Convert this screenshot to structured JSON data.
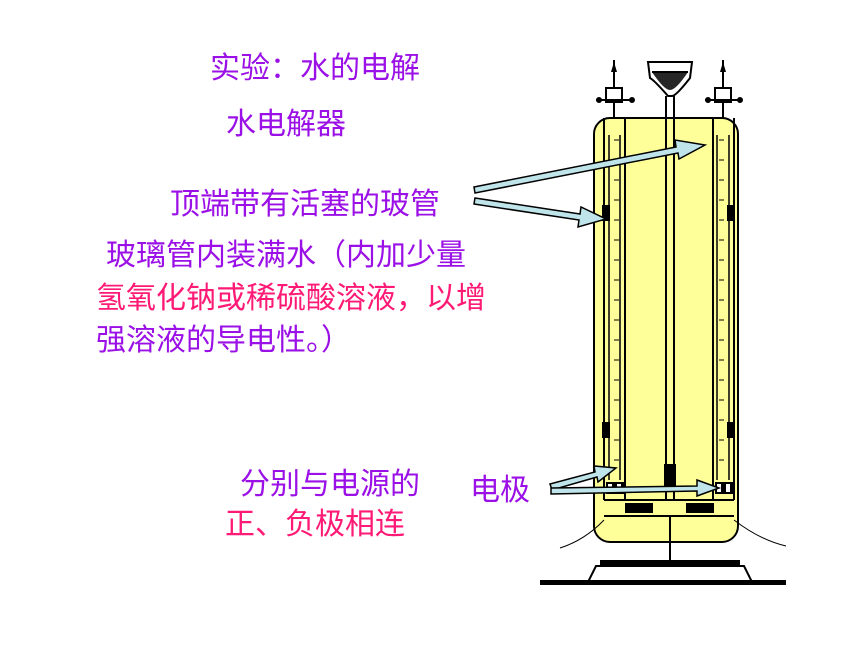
{
  "title": "实验：水的电解",
  "device_label": "水电解器",
  "stopper_tube_label": "顶端带有活塞的玻管",
  "fill_note": {
    "line1": "玻璃管内装满水（内加少量",
    "line2": "氢氧化钠或稀硫酸溶液，以增",
    "line3": "强溶液的导电性。）"
  },
  "connection_note": {
    "line1": "分别与电源的",
    "line2": "正、负极相连"
  },
  "electrode_label": "电极",
  "colors": {
    "purple_text": "#9b10e6",
    "pink_text": "#ff1a75",
    "water_yellow": "#ffff99",
    "arrow_fill": "#bfe5ea"
  }
}
